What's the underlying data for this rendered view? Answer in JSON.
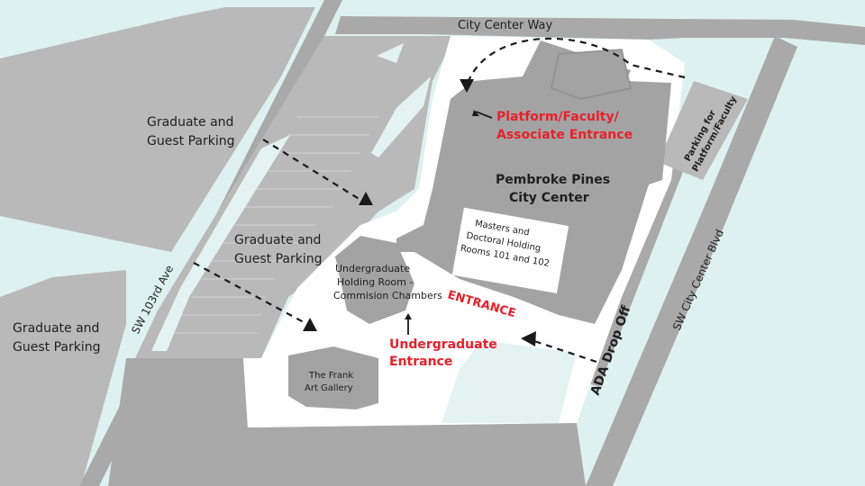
{
  "colors": {
    "background": "#dff0f0",
    "road": "#a9a9a9",
    "parking": "#b9b9b9",
    "site": "#ffffff",
    "building": "#a3a3a3",
    "pond": "#e4f3f2",
    "accent_red": "#e8202a",
    "dashes": "#1a1a1a"
  },
  "streets": {
    "city_center_way": "City Center Way",
    "sw_103rd_ave": "SW 103rd Ave",
    "sw_city_center_blvd": "SW City Center Blvd",
    "ada_drop_off": "ADA Drop Off"
  },
  "parking": {
    "lot_north_line1": "Graduate and",
    "lot_north_line2": "Guest Parking",
    "lot_center_line1": "Graduate and",
    "lot_center_line2": "Guest Parking",
    "lot_west_line1": "Graduate and",
    "lot_west_line2": "Guest Parking",
    "platform_line1": "Parking for",
    "platform_line2": "Platform/Faculty"
  },
  "buildings": {
    "city_center_line1": "Pembroke Pines",
    "city_center_line2": "City Center",
    "holding_line1": "Masters and",
    "holding_line2": "Doctoral Holding",
    "holding_line3": "Rooms 101 and 102",
    "undergrad_line1": "Undergraduate",
    "undergrad_line2": "Holding Room -",
    "undergrad_line3": "Commision Chambers",
    "gallery_line1": "The Frank",
    "gallery_line2": "Art Gallery"
  },
  "entrances": {
    "platform_line1": "Platform/Faculty/",
    "platform_line2": "Associate Entrance",
    "main": "ENTRANCE",
    "undergrad_line1": "Undergraduate",
    "undergrad_line2": "Entrance"
  },
  "icons": {
    "direction_arrow": "triangle-arrow-icon",
    "small_arrow": "up-arrow-icon"
  }
}
